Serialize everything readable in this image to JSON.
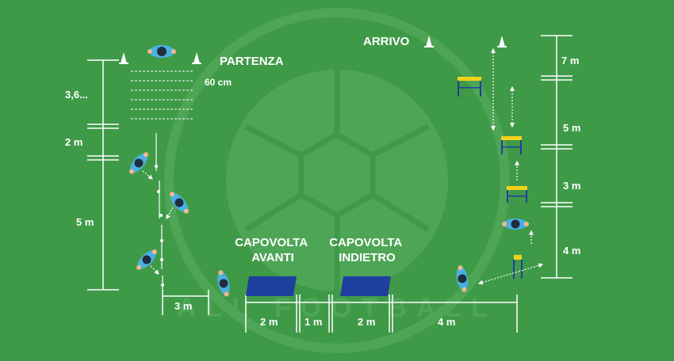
{
  "colors": {
    "background": "#3f9a48",
    "watermark": "#5cae63",
    "line": "#ffffff",
    "mat": "#1f3f9e",
    "hurdle_bar": "#f2d21a",
    "player_shirt": "#4ab0e0",
    "player_head": "#1f2d3d",
    "skin": "#f2b98e"
  },
  "labels": {
    "start": "PARTENZA",
    "finish": "ARRIVO",
    "forward_roll": "CAPOVOLTA\nAVANTI",
    "backward_roll": "CAPOVOLTA\nINDIETRO",
    "ladder_spacing": "60 cm",
    "watermark": "ALL FOOTBALL"
  },
  "measures": {
    "left_top": "3,6...",
    "left_mid": "2 m",
    "left_bottom": "5 m",
    "bottom_3m": "3 m",
    "mat1_width": "2 m",
    "gap": "1 m",
    "mat2_width": "2 m",
    "bottom_4m": "4 m",
    "right_7m": "7 m",
    "right_5m": "5 m",
    "right_3m": "3 m",
    "right_4m": "4 m"
  },
  "icons": [
    "cone-icon",
    "player-icon",
    "hurdle-icon",
    "mat-icon",
    "arrow-icon",
    "football-watermark-icon"
  ]
}
